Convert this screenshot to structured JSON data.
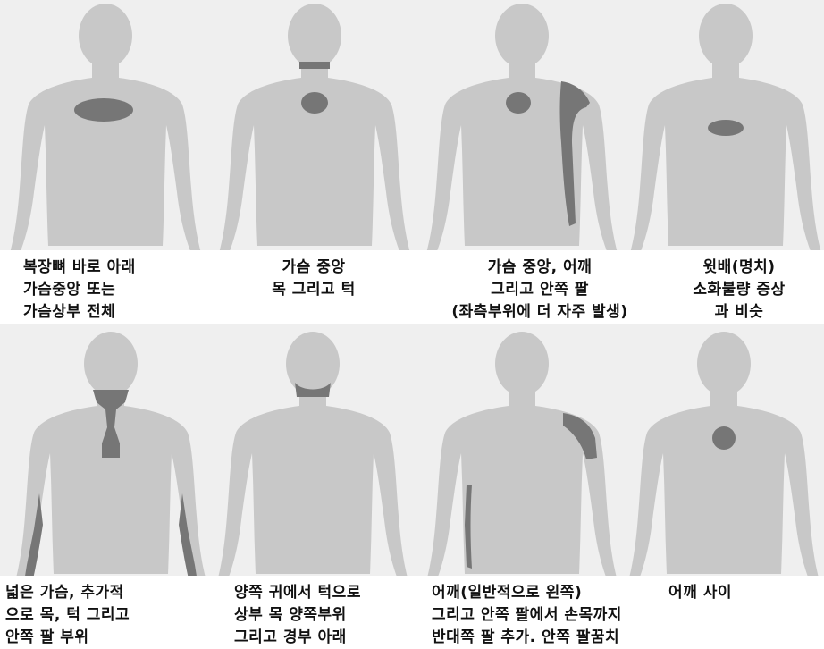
{
  "figure": {
    "top_row": [
      {
        "caption": [
          "복장뼈 바로 아래",
          "가슴중앙 또는",
          "가슴상부 전체"
        ],
        "marking": "wide oval on upper chest"
      },
      {
        "caption": [
          "가슴 중앙",
          "목 그리고 턱"
        ],
        "marking": "center chest and neck band"
      },
      {
        "caption": [
          "가슴 중앙, 어깨",
          "그리고 안쪽 팔",
          "(좌측부위에 더 자주 발생)"
        ],
        "marking": "center chest and left inner arm"
      },
      {
        "caption": [
          "윗배(명치)",
          "소화불량 증상",
          "과 비슷"
        ],
        "marking": "epigastric oval"
      }
    ],
    "bottom_row": [
      {
        "caption": [
          "넓은 가슴, 추가적",
          "으로 목, 턱 그리고",
          "안쪽 팔 부위"
        ],
        "marking": "neck, sternum and both inner arms"
      },
      {
        "caption": [
          "양쪽 귀에서 턱으로",
          "상부 목 양쪽부위",
          "그리고 경부 아래"
        ],
        "marking": "jaw and upper neck"
      },
      {
        "caption": [
          "어깨(일반적으로 왼쪽)",
          "그리고 안쪽 팔에서 손목까지",
          "반대쪽 팔 추가. 안쪽 팔꿈치"
        ],
        "marking": "left shoulder and right inner arm"
      },
      {
        "caption": [
          "어깨 사이"
        ],
        "marking": "spot between shoulder blades"
      }
    ]
  },
  "colors": {
    "background": "#efefef",
    "body": "#c8c8c8",
    "pain": "#767676"
  }
}
